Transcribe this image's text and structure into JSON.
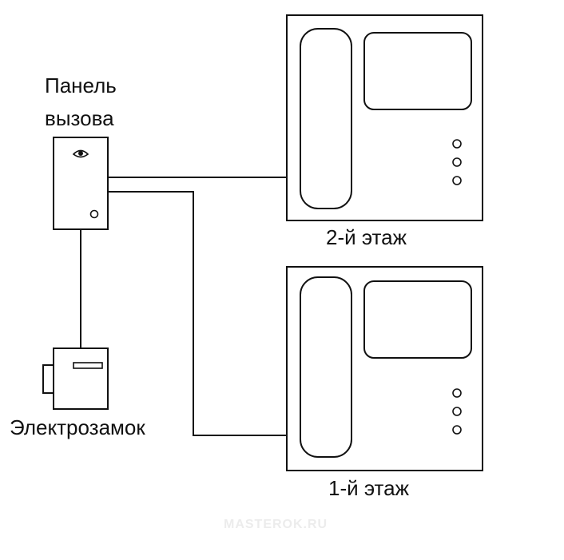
{
  "labels": {
    "call_panel_line1": "Панель",
    "call_panel_line2": "вызова",
    "electric_lock": "Электрозамок",
    "floor_2": "2-й этаж",
    "floor_1": "1-й этаж"
  },
  "watermark": "MASTEROK.RU",
  "colors": {
    "stroke": "#111111",
    "background": "#ffffff"
  },
  "icons": {
    "panel_camera": "camera-eye-icon",
    "panel_button": "call-button-icon",
    "monitor_buttons": "round-button-icon"
  }
}
